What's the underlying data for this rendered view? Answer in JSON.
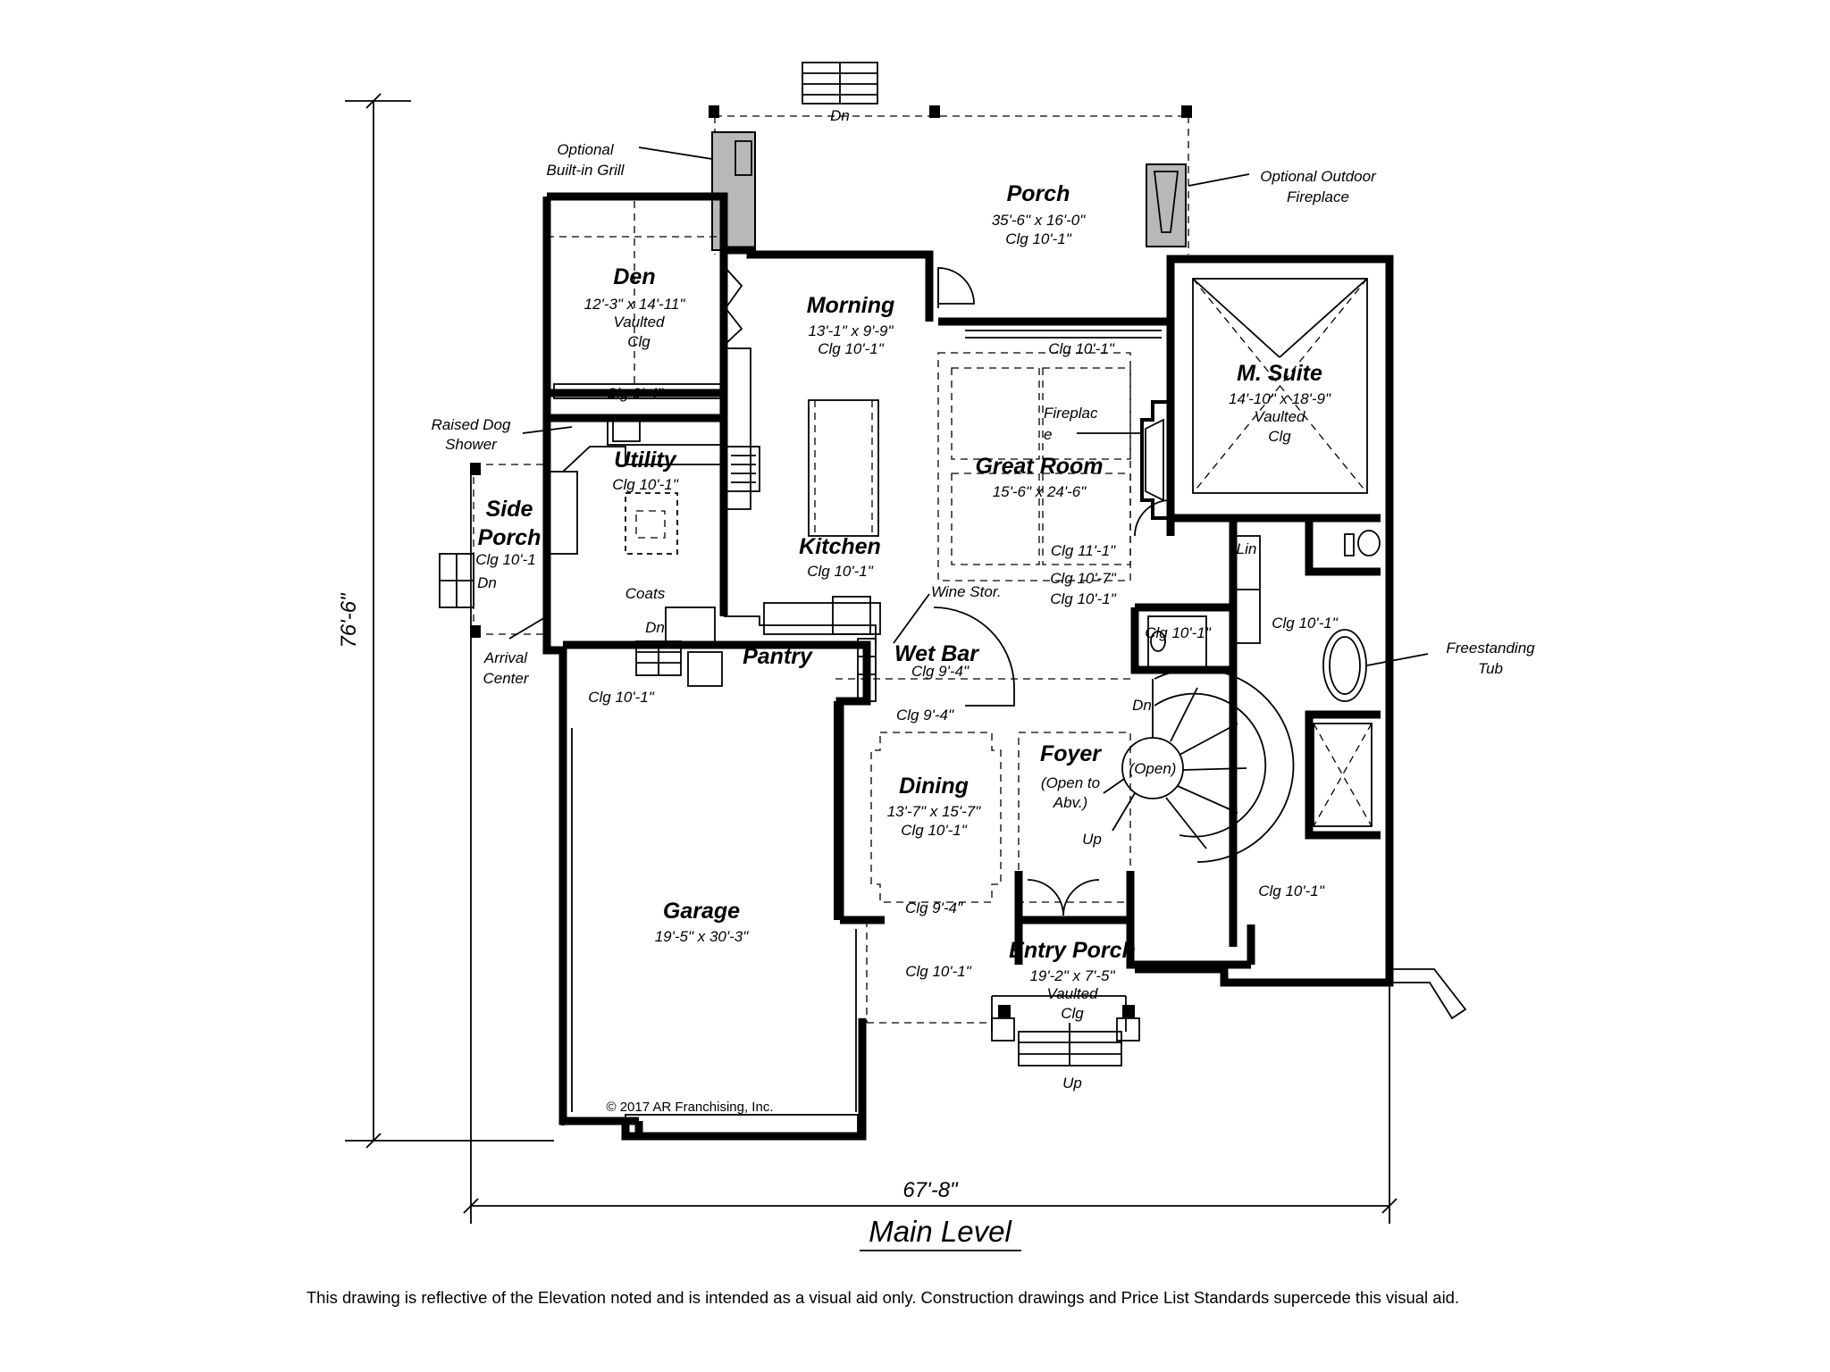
{
  "plan": {
    "title": "Main Level",
    "overall_width": "67'-8\"",
    "overall_depth": "76'-6\"",
    "copyright": "© 2017 AR Franchising, Inc.",
    "disclaimer": "This drawing is reflective of the Elevation noted and is intended as a visual aid only. Construction drawings and Price List Standards supercede this visual aid."
  },
  "rooms": {
    "porch": {
      "name": "Porch",
      "size": "35'-6\" x 16'-0\"",
      "ceiling": "Clg 10'-1\""
    },
    "den": {
      "name": "Den",
      "size": "12'-3\" x 14'-11\"",
      "ceiling_1": "Vaulted",
      "ceiling_2": "Clg",
      "ceiling_low": "Clg 9'-4\""
    },
    "morning": {
      "name": "Morning",
      "size": "13'-1\" x 9'-9\"",
      "ceiling": "Clg 10'-1\""
    },
    "great_room": {
      "name": "Great Room",
      "size": "15'-6\" x 24'-6\"",
      "ceiling_top": "Clg 10'-1\"",
      "ceiling_a": "Clg 11'-1\"",
      "ceiling_b": "Clg 10'-7\"",
      "ceiling_c": "Clg 10'-1\""
    },
    "m_suite": {
      "name": "M. Suite",
      "size": "14'-10\" x 18'-9\"",
      "ceiling_1": "Vaulted",
      "ceiling_2": "Clg"
    },
    "utility": {
      "name": "Utility",
      "ceiling": "Clg 10'-1\""
    },
    "side_porch": {
      "name_1": "Side",
      "name_2": "Porch",
      "ceiling": "Clg 10'-1",
      "stair": "Dn"
    },
    "kitchen": {
      "name": "Kitchen",
      "ceiling": "Clg 10'-1\""
    },
    "pantry": {
      "name": "Pantry"
    },
    "wet_bar": {
      "name": "Wet Bar",
      "ceiling": "Clg 9'-4\""
    },
    "dining": {
      "name": "Dining",
      "size": "13'-7\" x 15'-7\"",
      "ceiling": "Clg 10'-1\"",
      "ceiling_top": "Clg 9'-4\"",
      "ceiling_bottom": "Clg 9'-4\""
    },
    "foyer": {
      "name": "Foyer",
      "note_1": "(Open to",
      "note_2": "Abv.)",
      "stair_open": "(Open)",
      "stair_dn": "Dn",
      "stair_up": "Up"
    },
    "garage": {
      "name": "Garage",
      "size": "19'-5\" x 30'-3\"",
      "ceiling": "Clg 10'-1\""
    },
    "entry_porch": {
      "name": "Entry Porch",
      "size": "19'-2\" x 7'-5\"",
      "ceiling_1": "Vaulted",
      "ceiling_2": "Clg",
      "stair": "Up"
    },
    "entry_side": {
      "ceiling": "Clg 10'-1\""
    },
    "bath": {
      "ceiling": "Clg 10'-1\"",
      "linen": "Lin"
    },
    "powder": {
      "ceiling": "Clg 10'-1\""
    },
    "closet": {
      "ceiling": "Clg 10'-1\""
    }
  },
  "labels": {
    "grill_1": "Optional",
    "grill_2": "Built-in Grill",
    "fireplace_out_1": "Optional Outdoor",
    "fireplace_out_2": "Fireplace",
    "fireplace_in_1": "Fireplac",
    "fireplace_in_2": "e",
    "dog_shower_1": "Raised Dog",
    "dog_shower_2": "Shower",
    "arrival_1": "Arrival",
    "arrival_2": "Center",
    "coats": "Coats",
    "utility_stair": "Dn",
    "wine": "Wine Stor.",
    "tub_1": "Freestanding",
    "tub_2": "Tub",
    "porch_stair": "Dn"
  }
}
